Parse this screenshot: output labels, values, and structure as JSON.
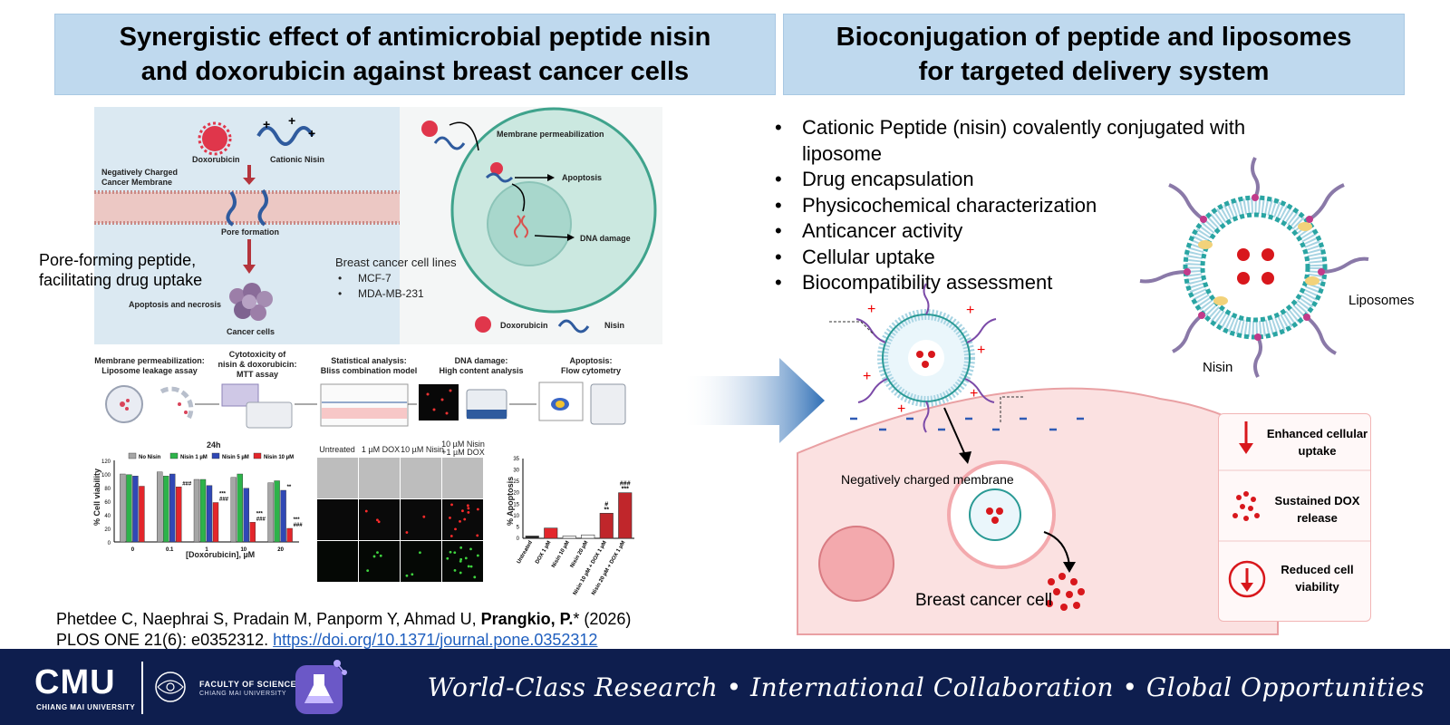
{
  "header_left": {
    "line1": "Synergistic effect of antimicrobial peptide nisin",
    "line2": "and doxorubicin against breast cancer cells"
  },
  "header_right": {
    "line1": "Bioconjugation of peptide and liposomes",
    "line2": "for targeted delivery system"
  },
  "left_figure": {
    "doxorubicin": "Doxorubicin",
    "cationic_nisin": "Cationic Nisin",
    "neg_membrane_line1": "Negatively Charged",
    "neg_membrane_line2": "Cancer Membrane",
    "pore_formation": "Pore formation",
    "pore_forming_line1": "Pore-forming peptide,",
    "pore_forming_line2": "facilitating drug uptake",
    "apoptosis_necrosis": "Apoptosis and necrosis",
    "cancer_cells": "Cancer cells",
    "membrane_permeabilization": "Membrane permeabilization",
    "apoptosis": "Apoptosis",
    "dna_damage": "DNA damage",
    "cell_lines_title": "Breast cancer cell lines",
    "cell_line_1": "MCF-7",
    "cell_line_2": "MDA-MB-231",
    "legend_dox": "Doxorubicin",
    "legend_nisin": "Nisin",
    "workflow": [
      {
        "line1": "Membrane permeabilization:",
        "line2": "Liposome leakage assay",
        "line3": ""
      },
      {
        "line1": "Cytotoxicity of",
        "line2": "nisin & doxorubicin:",
        "line3": "MTT assay"
      },
      {
        "line1": "Statistical analysis:",
        "line2": "Bliss combination model",
        "line3": ""
      },
      {
        "line1": "DNA damage:",
        "line2": "High content analysis",
        "line3": ""
      },
      {
        "line1": "Apoptosis:",
        "line2": "Flow cytometry",
        "line3": ""
      }
    ],
    "micro_cols": [
      "Untreated",
      "1 µM DOX",
      "10 µM Nisin",
      "10 µM Nisin",
      "+1 µM DOX"
    ]
  },
  "chart_data": [
    {
      "type": "bar",
      "title": "24h",
      "xlabel": "[Doxorubicin], µM",
      "ylabel": "% Cell viability",
      "ylim": [
        0,
        120
      ],
      "yticks": [
        "0",
        "20",
        "40",
        "60",
        "80",
        "100",
        "120"
      ],
      "categories": [
        "0",
        "0.1",
        "1",
        "10",
        "20"
      ],
      "series": [
        {
          "name": "No Nisin",
          "color": "#a6a6a6",
          "values": [
            100,
            103,
            92,
            95,
            87
          ]
        },
        {
          "name": "Nisin 1 µM",
          "color": "#2db34a",
          "values": [
            99,
            97,
            92,
            100,
            90
          ]
        },
        {
          "name": "Nisin 5 µM",
          "color": "#3048b5",
          "values": [
            97,
            100,
            83,
            79,
            76
          ]
        },
        {
          "name": "Nisin 10 µM",
          "color": "#e3262b",
          "values": [
            82,
            81,
            58,
            29,
            20
          ]
        }
      ],
      "annotations": [
        "###",
        "###",
        "***",
        "###",
        "***",
        "**",
        "###",
        "***"
      ]
    },
    {
      "type": "bar",
      "title": "",
      "xlabel": "",
      "ylabel": "% Apoptosis",
      "ylim": [
        0,
        35
      ],
      "yticks": [
        "0",
        "5",
        "10",
        "15",
        "20",
        "25",
        "30",
        "35"
      ],
      "categories": [
        "Untreated",
        "DOX 1 µM",
        "Nisin 10 µM",
        "Nisin 20 µM",
        "Nisin 10 µM + DOX 1 µM",
        "Nisin 20 µM + DOX 1 µM"
      ],
      "values": [
        1,
        4.5,
        1,
        1.5,
        11,
        20
      ],
      "annotations": [
        "#",
        "**",
        "###",
        "***"
      ]
    }
  ],
  "bullets": [
    "Cationic Peptide (nisin) covalently conjugated with liposome",
    "Drug encapsulation",
    "Physicochemical characterization",
    "Anticancer activity",
    "Cellular uptake",
    "Biocompatibility assessment"
  ],
  "right_figure": {
    "liposomes": "Liposomes",
    "nisin": "Nisin",
    "negatively_charged_membrane": "Negatively charged membrane",
    "breast_cancer_cell": "Breast cancer cell",
    "legend": [
      {
        "line1": "Enhanced cellular",
        "line2": "uptake"
      },
      {
        "line1": "Sustained DOX",
        "line2": "release"
      },
      {
        "line1": "Reduced cell",
        "line2": "viability"
      }
    ]
  },
  "citation": {
    "authors": "Phetdee C, Naephrai S, Pradain M, Panporm Y, Ahmad U, ",
    "corresponding": "Prangkio, P.",
    "year": "* (2026)",
    "journal": "PLOS ONE 21(6): e0352312. ",
    "doi": "https://doi.org/10.1371/journal.pone.0352312"
  },
  "footer": {
    "cmu": "CMU",
    "cmu_sub": "CHIANG MAI UNIVERSITY",
    "faculty": "FACULTY OF SCIENCE",
    "faculty_sub": "CHIANG MAI UNIVERSITY",
    "tagline": "World-Class Research • International Collaboration •  Global Opportunities"
  },
  "colors": {
    "header_bg": "#bfd9ee",
    "footer_bg": "#0e1e4e",
    "accent_red": "#e3262b",
    "arrow_blue": "#2f6fb6"
  }
}
